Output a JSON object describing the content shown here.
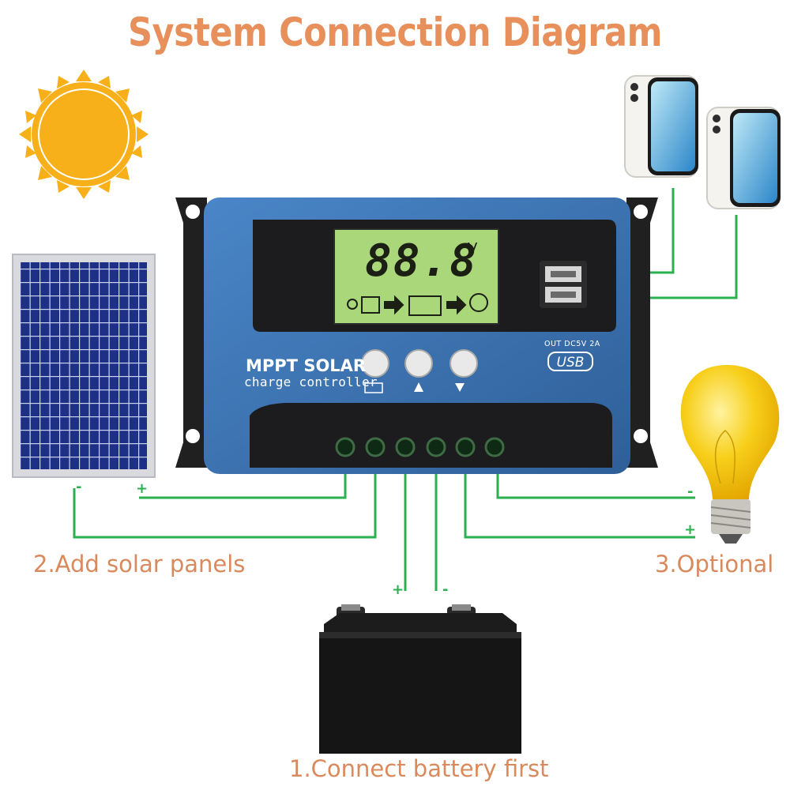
{
  "title": "System Connection Diagram",
  "captions": {
    "solar": "2.Add solar panels",
    "optional": "3.Optional",
    "battery": "1.Connect battery first"
  },
  "controller": {
    "brand_line1": "MPPT SOLAR",
    "brand_line2": "charge controller",
    "lcd_reading": "88.8",
    "lcd_unit": "V",
    "usb_output": "OUT DC5V 2A",
    "usb_label": "USB"
  },
  "polarity": {
    "solar_negative": "-",
    "solar_positive": "+",
    "battery_positive": "+",
    "battery_negative": "-",
    "load_negative": "-",
    "load_positive": "+"
  },
  "colors": {
    "title": "#e8905c",
    "caption": "#d98a5d",
    "wire": "#2bb04f",
    "controller_blue": "#3d74b4",
    "lcd": "#a9d77a",
    "sun": "#f7b01a",
    "bulb": "#f5c400"
  },
  "icons": [
    "sun-icon",
    "solar-panel-icon",
    "phone-icon",
    "light-bulb-icon",
    "battery-icon"
  ]
}
